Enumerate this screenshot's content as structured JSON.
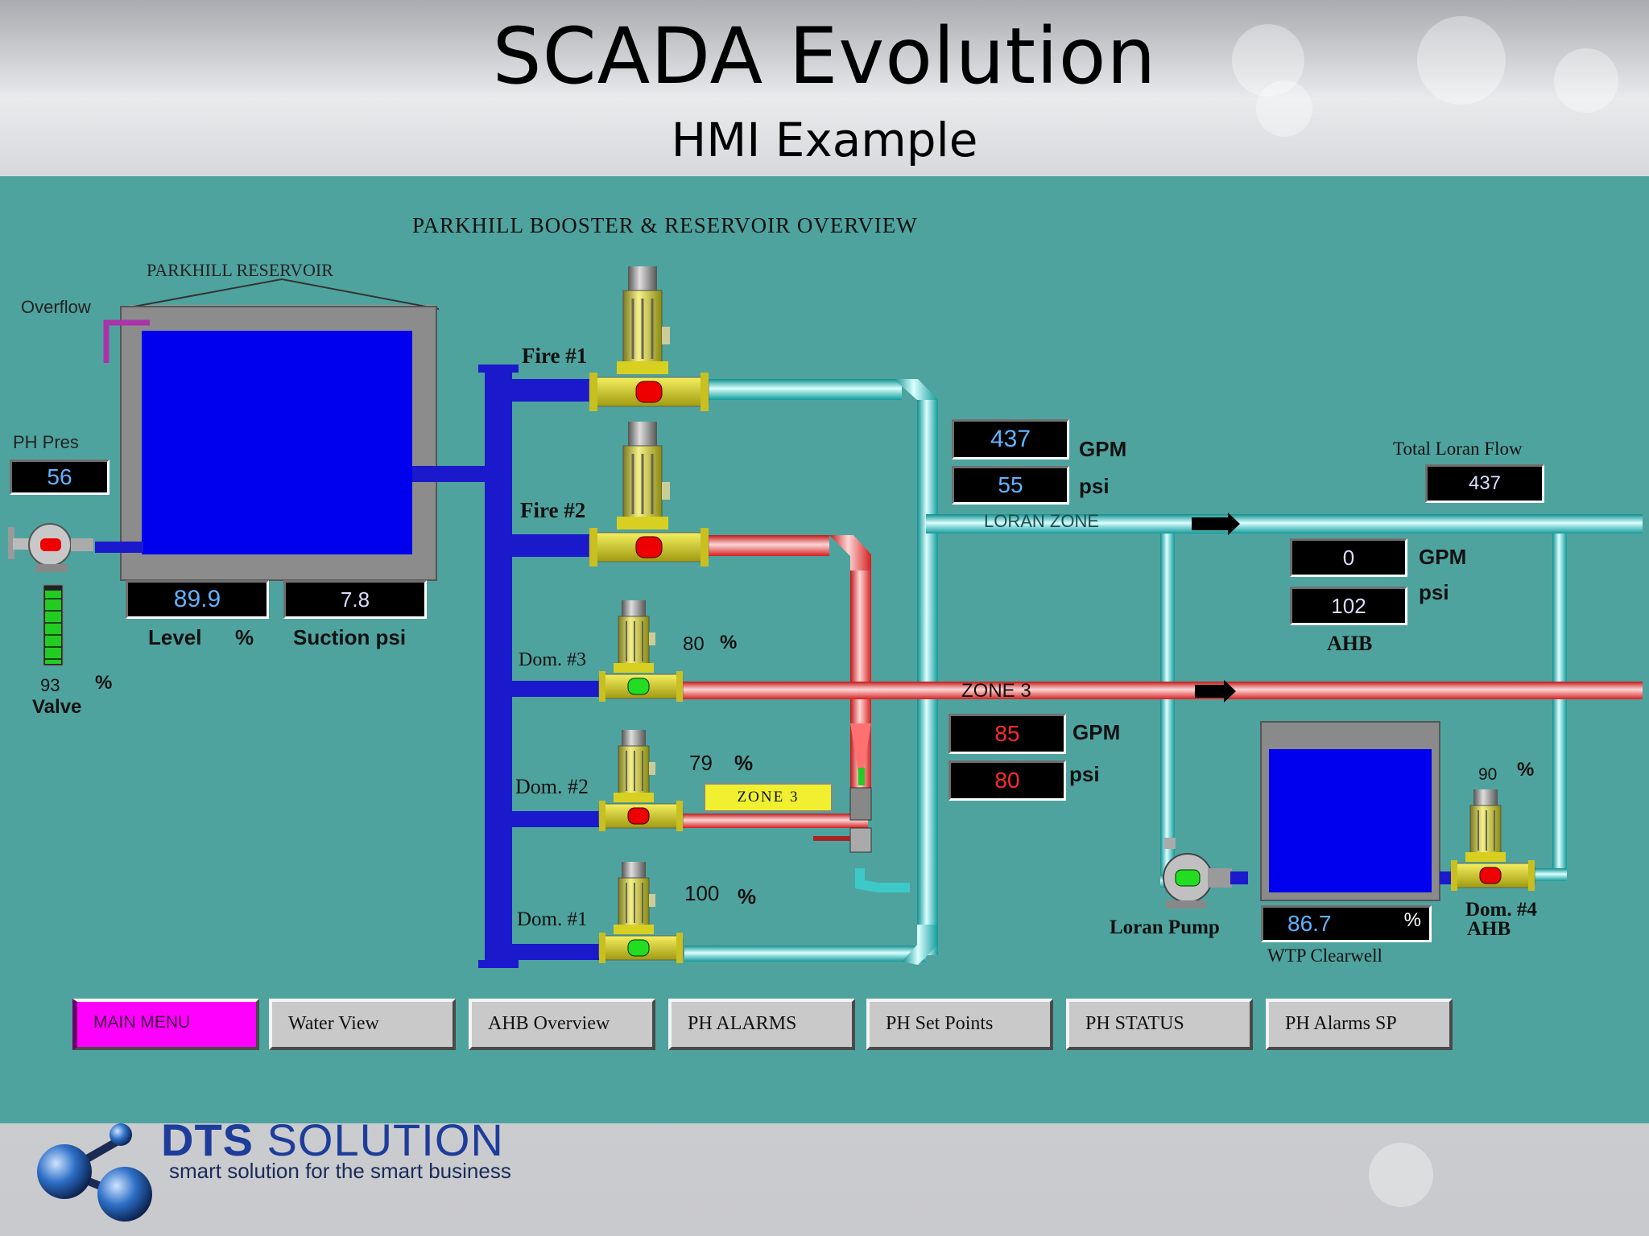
{
  "slide": {
    "title": "SCADA Evolution",
    "subtitle": "HMI Example"
  },
  "hmi": {
    "screen_title": "PARKHILL BOOSTER & RESERVOIR OVERVIEW",
    "reservoir": {
      "name": "PARKHILL RESERVOIR",
      "overflow_label": "Overflow",
      "level_value": "89.9",
      "level_label": "Level",
      "level_unit": "%",
      "suction_value": "7.8",
      "suction_label": "Suction psi"
    },
    "ph_pres": {
      "label": "PH Pres",
      "value": "56"
    },
    "valve": {
      "value": "93",
      "unit": "%",
      "label": "Valve"
    },
    "pumps": {
      "fire1": "Fire #1",
      "fire2": "Fire #2",
      "dom3": {
        "label": "Dom. #3",
        "value": "80",
        "unit": "%"
      },
      "dom2": {
        "label": "Dom. #2",
        "value": "79",
        "unit": "%"
      },
      "dom1": {
        "label": "Dom. #1",
        "value": "100",
        "unit": "%"
      },
      "dom4": {
        "label_line1": "Dom. #4",
        "label_line2": "AHB",
        "value": "90",
        "unit": "%"
      },
      "loran": "Loran Pump"
    },
    "loran_zone": {
      "label": "LORAN ZONE",
      "gpm_value": "437",
      "gpm_unit": "GPM",
      "psi_value": "55",
      "psi_unit": "psi"
    },
    "total_loran_flow": {
      "label": "Total Loran Flow",
      "value": "437"
    },
    "ahb": {
      "label": "AHB",
      "gpm_value": "0",
      "gpm_unit": "GPM",
      "psi_value": "102",
      "psi_unit": "psi"
    },
    "zone3": {
      "label": "ZONE 3",
      "tag": "ZONE 3",
      "gpm_value": "85",
      "gpm_unit": "GPM",
      "psi_value": "80",
      "psi_unit": "psi"
    },
    "clearwell": {
      "label": "WTP Clearwell",
      "value": "86.7",
      "unit": "%"
    },
    "nav": [
      {
        "label": "MAIN MENU"
      },
      {
        "label": "Water View"
      },
      {
        "label": "AHB Overview"
      },
      {
        "label": "PH ALARMS"
      },
      {
        "label": "PH Set Points"
      },
      {
        "label": "PH STATUS"
      },
      {
        "label": "PH Alarms SP"
      }
    ],
    "levels": {
      "reservoir_level_pct": 89.9,
      "valve_pct": 93,
      "clearwell_pct": 86.7
    },
    "colors": {
      "background": "#4fa39f",
      "water": "#0000ee",
      "pipe_cyan": "#3ec9c9",
      "pipe_red": "#ff5050",
      "pump_yellow": "#e8e020",
      "header_blue": "#1a1acc",
      "active_button": "#ff00ff"
    }
  },
  "footer": {
    "brand_bold": "DTS",
    "brand_rest": " SOLUTION",
    "tagline": "smart solution for the smart business"
  }
}
